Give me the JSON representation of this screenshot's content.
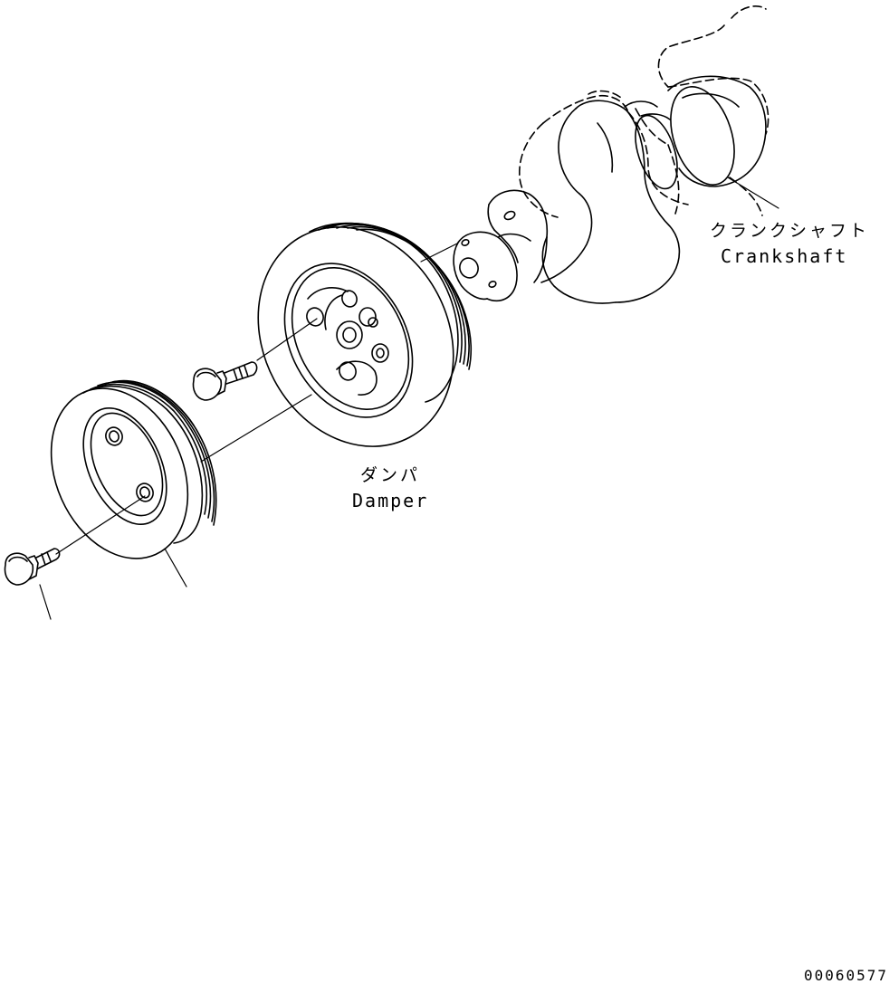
{
  "labels": {
    "crankshaft_jp": "クランクシャフト",
    "crankshaft_en": "Crankshaft",
    "damper_jp": "ダンパ",
    "damper_en": "Damper"
  },
  "figure_id": "00060577",
  "colors": {
    "line": "#000000",
    "background": "#ffffff"
  }
}
